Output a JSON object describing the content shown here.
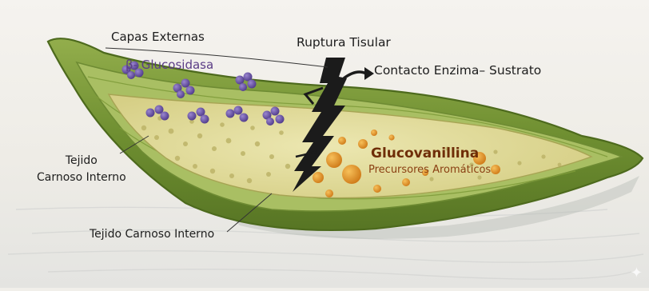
{
  "labels": {
    "outer_layers": "Capas Externas",
    "enzyme": "β- Glucosidasa",
    "rupture": "Ruptura Tisular",
    "contact": "Contacto Enzima– Sustrato",
    "inner_tissue_left_line1": "Tejido",
    "inner_tissue_left_line2": "Carnoso Interno",
    "inner_tissue_bottom": "Tejido Carnoso Interno",
    "glucovanillin": "Glucovanillina",
    "precursors": "Precursores Aromáticos"
  },
  "colors": {
    "background": "#f1efea",
    "pod_outer": "#7c9a3a",
    "pod_skin": "#a7bd62",
    "pod_inner": "#e2dc9a",
    "enzyme_purple": "#6e55a8",
    "crack_black": "#1b1b1b",
    "precursor_orange": "#df9227",
    "glucovanillin_text": "#6f2e08"
  },
  "icons": {
    "arrow": "curved-arrow-icon",
    "sparkle": "sparkle-icon"
  }
}
